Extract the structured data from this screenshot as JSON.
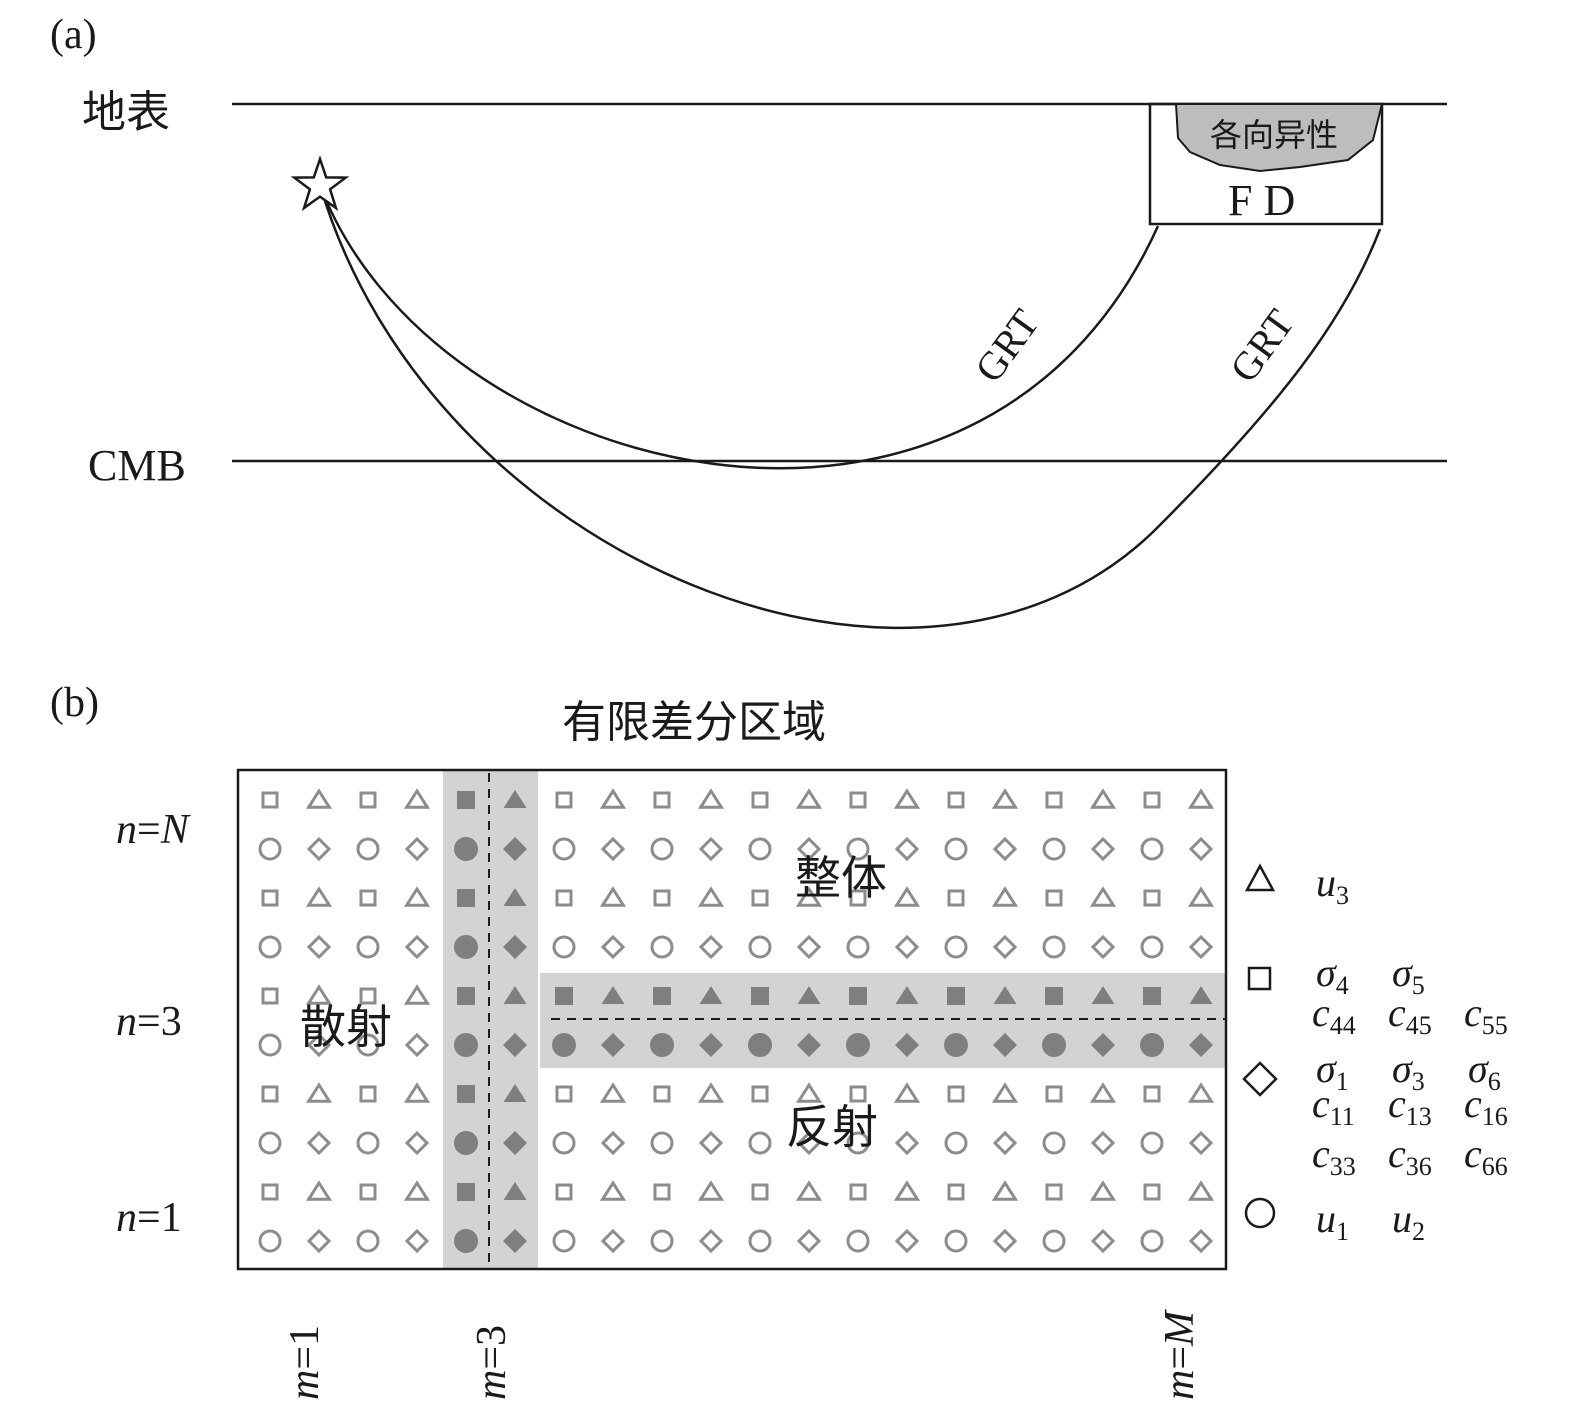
{
  "panel_a": {
    "label": "(a)",
    "surface_label": "地表",
    "cmb_label": "CMB",
    "anisotropy_label": "各向异性",
    "fd_box_label": "F D",
    "path_label_inner": "GRT",
    "path_label_outer": "GRT",
    "source_icon": "star-icon"
  },
  "panel_b": {
    "label": "(b)",
    "title": "有限差分区域",
    "region_labels": {
      "whole": "整体",
      "scatter": "散射",
      "reflect": "反射"
    },
    "row_labels": {
      "top": {
        "var": "n",
        "eq": "=",
        "val": "N"
      },
      "mid": {
        "var": "n",
        "eq": "=",
        "val": "3"
      },
      "bottom": {
        "var": "n",
        "eq": "=",
        "val": "1"
      }
    },
    "col_labels": {
      "first": {
        "var": "m",
        "eq": "=",
        "val": "1"
      },
      "mid": {
        "var": "m",
        "eq": "=",
        "val": "3"
      },
      "last": {
        "var": "m",
        "eq": "=",
        "val": "M"
      }
    },
    "grid": {
      "columns": 20,
      "rows": 10,
      "highlighted_column_pair": 3,
      "highlighted_row_pair": 3,
      "colors": {
        "open_symbol": "#8c8c8c",
        "filled_symbol": "#7f7f7f",
        "band": "#d3d3d3"
      }
    },
    "legend": [
      {
        "symbol": "triangle-icon",
        "terms": [
          {
            "base": "u",
            "sub": "3"
          }
        ]
      },
      {
        "symbol": "square-icon",
        "terms": [
          {
            "base": "σ",
            "sub": "4"
          },
          {
            "base": "σ",
            "sub": "5"
          }
        ],
        "coef": [
          {
            "base": "c",
            "sub": "44"
          },
          {
            "base": "c",
            "sub": "45"
          },
          {
            "base": "c",
            "sub": "55"
          }
        ]
      },
      {
        "symbol": "diamond-icon",
        "terms": [
          {
            "base": "σ",
            "sub": "1"
          },
          {
            "base": "σ",
            "sub": "3"
          },
          {
            "base": "σ",
            "sub": "6"
          }
        ],
        "coef": [
          {
            "base": "c",
            "sub": "11"
          },
          {
            "base": "c",
            "sub": "13"
          },
          {
            "base": "c",
            "sub": "16"
          }
        ],
        "coef2": [
          {
            "base": "c",
            "sub": "33"
          },
          {
            "base": "c",
            "sub": "36"
          },
          {
            "base": "c",
            "sub": "66"
          }
        ]
      },
      {
        "symbol": "circle-icon",
        "terms": [
          {
            "base": "u",
            "sub": "1"
          },
          {
            "base": "u",
            "sub": "2"
          }
        ]
      }
    ]
  }
}
